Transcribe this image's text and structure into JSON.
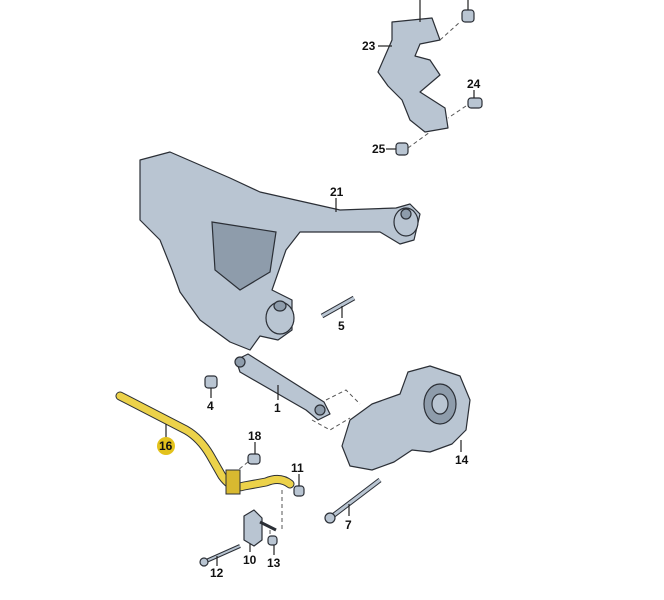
{
  "diagram": {
    "labels": {
      "p1": "1",
      "p4": "4",
      "p5": "5",
      "p7": "7",
      "p10": "10",
      "p11": "11",
      "p12": "12",
      "p13": "13",
      "p14": "14",
      "p16": "16",
      "p18": "18",
      "p21": "21",
      "p23": "23",
      "p24": "24",
      "p25": "25"
    },
    "highlighted_part": "16",
    "colors": {
      "highlight": "#e3c21c",
      "stabilizer": "#ecd24a",
      "part": "#b9c5d2"
    }
  }
}
